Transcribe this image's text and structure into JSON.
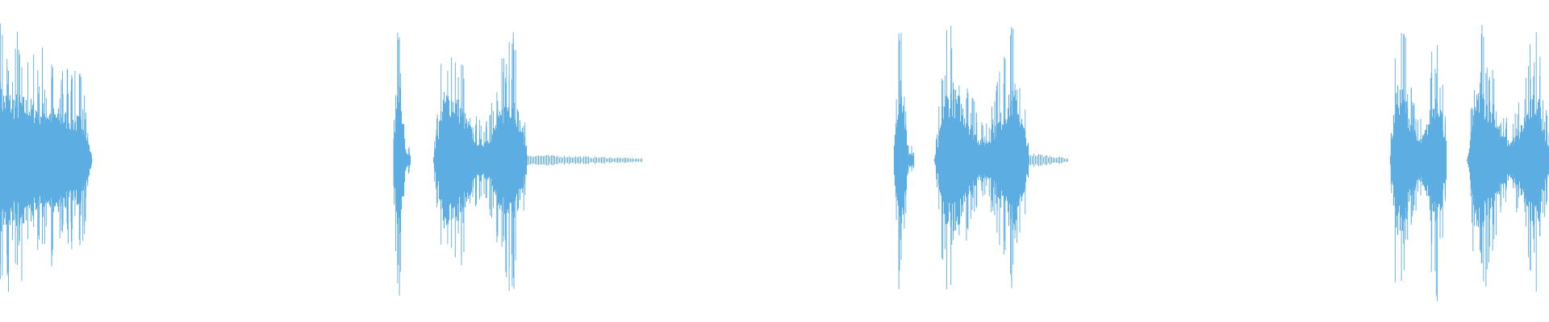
{
  "waveform": {
    "color": "#5dade2",
    "background": "#ffffff",
    "segments": [
      {
        "start": 0.0,
        "end": 0.06,
        "peak": 0.92,
        "profile": "decay"
      },
      {
        "start": 0.254,
        "end": 0.265,
        "peak": 0.93,
        "profile": "spike"
      },
      {
        "start": 0.279,
        "end": 0.34,
        "peak": 0.9,
        "profile": "burst"
      },
      {
        "start": 0.34,
        "end": 0.415,
        "peak": 0.04,
        "profile": "tail"
      },
      {
        "start": 0.577,
        "end": 0.59,
        "peak": 0.99,
        "profile": "spike"
      },
      {
        "start": 0.603,
        "end": 0.664,
        "peak": 0.92,
        "profile": "burst"
      },
      {
        "start": 0.664,
        "end": 0.69,
        "peak": 0.05,
        "profile": "tail"
      },
      {
        "start": 0.897,
        "end": 0.934,
        "peak": 0.95,
        "profile": "burst"
      },
      {
        "start": 0.947,
        "end": 1.0,
        "peak": 0.89,
        "profile": "burst"
      }
    ]
  }
}
